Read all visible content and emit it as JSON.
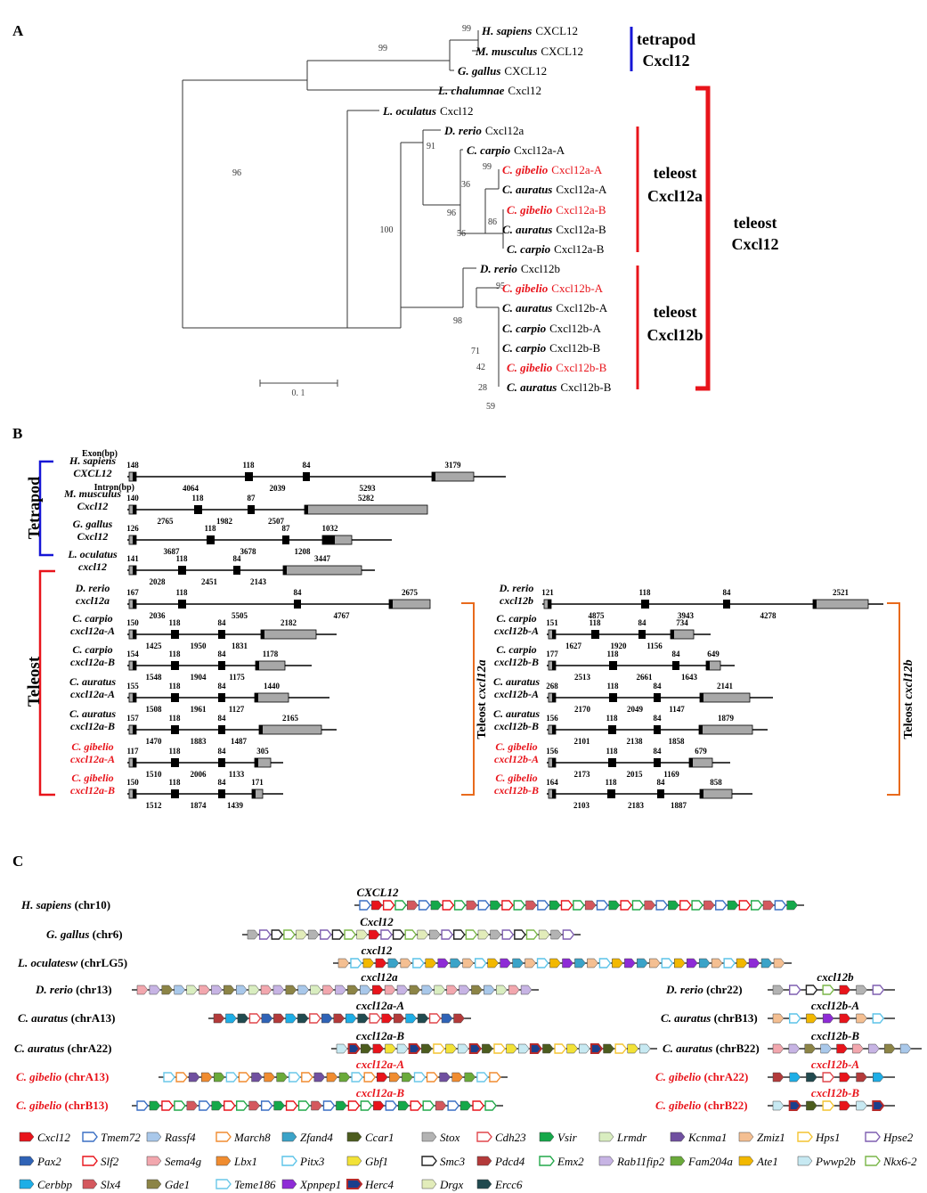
{
  "panels": [
    "A",
    "B",
    "C"
  ],
  "colors": {
    "tetrapod": "#1515d6",
    "teleost": "#e8141b",
    "sub": "#e86a1c",
    "red": "#e8141b",
    "black": "#000000",
    "grey": "#a8a8a8"
  },
  "tree": {
    "scale_label": "0. 1",
    "leaves": [
      {
        "sp": "H. sapiens",
        "gene": "CXCL12",
        "red": false
      },
      {
        "sp": "M. musculus",
        "gene": "CXCL12",
        "red": false
      },
      {
        "sp": "G. gallus",
        "gene": "CXCL12",
        "red": false
      },
      {
        "sp": "L. chalumnae",
        "gene": "Cxcl12",
        "red": false
      },
      {
        "sp": "L. oculatus",
        "gene": "Cxcl12",
        "red": false
      },
      {
        "sp": "D. rerio",
        "gene": "Cxcl12a",
        "red": false
      },
      {
        "sp": "C. carpio",
        "gene": "Cxcl12a-A",
        "red": false
      },
      {
        "sp": "C. gibelio",
        "gene": "Cxcl12a-A",
        "red": true
      },
      {
        "sp": "C. auratus",
        "gene": "Cxcl12a-A",
        "red": false
      },
      {
        "sp": "C. gibelio",
        "gene": "Cxcl12a-B",
        "red": true
      },
      {
        "sp": "C. auratus",
        "gene": "Cxcl12a-B",
        "red": false
      },
      {
        "sp": "C. carpio",
        "gene": "Cxcl12a-B",
        "red": false
      },
      {
        "sp": "D. rerio",
        "gene": "Cxcl12b",
        "red": false
      },
      {
        "sp": "C. gibelio",
        "gene": "Cxcl12b-A",
        "red": true
      },
      {
        "sp": "C. auratus",
        "gene": "Cxcl12b-A",
        "red": false
      },
      {
        "sp": "C. carpio",
        "gene": "Cxcl12b-A",
        "red": false
      },
      {
        "sp": "C. carpio",
        "gene": "Cxcl12b-B",
        "red": false
      },
      {
        "sp": "C. gibelio",
        "gene": "Cxcl12b-B",
        "red": true
      },
      {
        "sp": "C. auratus",
        "gene": "Cxcl12b-B",
        "red": false
      }
    ],
    "bootstrap": [
      "99",
      "99",
      "96",
      "91",
      "99",
      "36",
      "96",
      "86",
      "56",
      "100",
      "95",
      "98",
      "71",
      "42",
      "28",
      "59"
    ],
    "groups": {
      "tetrapod": [
        "tetrapod",
        "Cxcl12"
      ],
      "teleost_a": [
        "teleost",
        "Cxcl12a"
      ],
      "teleost_b": [
        "teleost",
        "Cxcl12b"
      ],
      "teleost": [
        "teleost",
        "Cxcl12"
      ]
    }
  },
  "genes": {
    "exon_label": "Exon(bp)",
    "intron_label": "Intron(bp)",
    "group_tetrapod": "Tetrapod",
    "group_teleost": "Teleost",
    "sub_a": [
      "Teleost ",
      "cxcl12a"
    ],
    "sub_b": [
      "Teleost ",
      "cxcl12b"
    ],
    "rows": [
      {
        "n": [
          "H. sapiens",
          "CXCL12"
        ],
        "red": false,
        "exons": [
          "148",
          "118",
          "84",
          "3179"
        ],
        "introns": [
          "4064",
          "2039",
          "5293"
        ]
      },
      {
        "n": [
          "M. musculus",
          "Cxcl12"
        ],
        "red": false,
        "exons": [
          "140",
          "118",
          "87",
          "5282"
        ],
        "introns": [
          "2765",
          "1982",
          "2507"
        ]
      },
      {
        "n": [
          "G. gallus",
          "Cxcl12"
        ],
        "red": false,
        "exons": [
          "126",
          "118",
          "87",
          "1032"
        ],
        "introns": [
          "3687",
          "3678",
          "1208"
        ]
      },
      {
        "n": [
          "L. oculatus",
          "cxcl12"
        ],
        "red": false,
        "exons": [
          "141",
          "118",
          "84",
          "3447"
        ],
        "introns": [
          "2028",
          "2451",
          "2143"
        ]
      },
      {
        "n": [
          "D. rerio",
          "cxcl12a"
        ],
        "red": false,
        "exons": [
          "167",
          "118",
          "84",
          "2675"
        ],
        "introns": [
          "2036",
          "5505",
          "4767"
        ]
      },
      {
        "n": [
          "C. carpio",
          "cxcl12a-A"
        ],
        "red": false,
        "exons": [
          "150",
          "118",
          "84",
          "2182"
        ],
        "introns": [
          "1425",
          "1950",
          "1831"
        ]
      },
      {
        "n": [
          "C. carpio",
          "cxcl12a-B"
        ],
        "red": false,
        "exons": [
          "154",
          "118",
          "84",
          "1178"
        ],
        "introns": [
          "1548",
          "1904",
          "1175"
        ]
      },
      {
        "n": [
          "C. auratus",
          "cxcl12a-A"
        ],
        "red": false,
        "exons": [
          "155",
          "118",
          "84",
          "1440"
        ],
        "introns": [
          "1508",
          "1961",
          "1127"
        ]
      },
      {
        "n": [
          "C. auratus",
          "cxcl12a-B"
        ],
        "red": false,
        "exons": [
          "157",
          "118",
          "84",
          "2165"
        ],
        "introns": [
          "1470",
          "1883",
          "1487"
        ]
      },
      {
        "n": [
          "C. gibelio",
          "cxcl12a-A"
        ],
        "red": true,
        "exons": [
          "117",
          "118",
          "84",
          "305"
        ],
        "introns": [
          "1510",
          "2006",
          "1133"
        ]
      },
      {
        "n": [
          "C. gibelio",
          "cxcl12a-B"
        ],
        "red": true,
        "exons": [
          "150",
          "118",
          "84",
          "171"
        ],
        "introns": [
          "1512",
          "1874",
          "1439"
        ]
      },
      {
        "n": [
          "D. rerio",
          "cxcl12b"
        ],
        "red": false,
        "exons": [
          "121",
          "118",
          "84",
          "2521"
        ],
        "introns": [
          "4875",
          "3943",
          "4278"
        ]
      },
      {
        "n": [
          "C. carpio",
          "cxcl12b-A"
        ],
        "red": false,
        "exons": [
          "151",
          "118",
          "84",
          "734"
        ],
        "introns": [
          "1627",
          "1920",
          "1156"
        ]
      },
      {
        "n": [
          "C. carpio",
          "cxcl12b-B"
        ],
        "red": false,
        "exons": [
          "177",
          "118",
          "84",
          "649"
        ],
        "introns": [
          "2513",
          "2661",
          "1643"
        ]
      },
      {
        "n": [
          "C. auratus",
          "cxcl12b-A"
        ],
        "red": false,
        "exons": [
          "268",
          "118",
          "84",
          "2141"
        ],
        "introns": [
          "2170",
          "2049",
          "1147"
        ]
      },
      {
        "n": [
          "C. auratus",
          "cxcl12b-B"
        ],
        "red": false,
        "exons": [
          "156",
          "118",
          "84",
          "1879"
        ],
        "introns": [
          "2101",
          "2138",
          "1858"
        ]
      },
      {
        "n": [
          "C. gibelio",
          "cxcl12b-A"
        ],
        "red": true,
        "exons": [
          "156",
          "118",
          "84",
          "679"
        ],
        "introns": [
          "2173",
          "2015",
          "1169"
        ]
      },
      {
        "n": [
          "C. gibelio",
          "cxcl12b-B"
        ],
        "red": true,
        "exons": [
          "164",
          "118",
          "84",
          "858"
        ],
        "introns": [
          "2103",
          "2183",
          "1887"
        ]
      }
    ]
  },
  "synteny": {
    "rows": [
      {
        "sp": "H. sapiens",
        "chr": " (chr10)",
        "red": false,
        "gene": "CXCL12",
        "upright": true
      },
      {
        "sp": "G. gallus",
        "chr": " (chr6)",
        "red": false,
        "gene": "Cxcl12",
        "upright": false
      },
      {
        "sp": "L. oculatesw",
        "chr": " (chrLG5)",
        "red": false,
        "gene": "cxcl12",
        "upright": false
      },
      {
        "sp": "D. rerio",
        "chr": " (chr13)",
        "red": false,
        "gene": "cxcl12a",
        "upright": false
      },
      {
        "sp": "C. auratus",
        "chr": " (chrA13)",
        "red": false,
        "gene": "cxcl12a-A",
        "upright": false
      },
      {
        "sp": "C. auratus",
        "chr": " (chrA22)",
        "red": false,
        "gene": "cxcl12a-B",
        "upright": false
      },
      {
        "sp": "C. gibelio",
        "chr": " (chrA13)",
        "red": true,
        "gene": "cxcl12a-A",
        "upright": false
      },
      {
        "sp": "C. gibelio",
        "chr": " (chrB13)",
        "red": true,
        "gene": "cxcl12a-B",
        "upright": false
      },
      {
        "sp": "D. rerio",
        "chr": " (chr22)",
        "red": false,
        "gene": "cxcl12b",
        "upright": false
      },
      {
        "sp": "C. auratus",
        "chr": " (chrB13)",
        "red": false,
        "gene": "cxcl12b-A",
        "upright": false
      },
      {
        "sp": "C. auratus",
        "chr": " (chrB22)",
        "red": false,
        "gene": "cxcl12b-B",
        "upright": false
      },
      {
        "sp": "C. gibelio",
        "chr": " (chrA22)",
        "red": true,
        "gene": "cxcl12b-A",
        "upright": false
      },
      {
        "sp": "C. gibelio",
        "chr": " (chrB22)",
        "red": true,
        "gene": "cxcl12b-B",
        "upright": false
      }
    ],
    "legend": [
      {
        "name": "Cxcl12",
        "color": "#e8141b",
        "style": "fill"
      },
      {
        "name": "Tmem72",
        "color": "#3a6fc4",
        "style": "outline"
      },
      {
        "name": "Rassf4",
        "color": "#a9c8ea",
        "style": "fill"
      },
      {
        "name": "March8",
        "color": "#f08c30",
        "style": "outline"
      },
      {
        "name": "Zfand4",
        "color": "#3ba3c8",
        "style": "fill"
      },
      {
        "name": "Ccar1",
        "color": "#4c5c1e",
        "style": "fill"
      },
      {
        "name": "Stox",
        "color": "#b3b3b3",
        "style": "fill"
      },
      {
        "name": "Cdh23",
        "color": "#e0474c",
        "style": "outline"
      },
      {
        "name": "Vsir",
        "color": "#15a84a",
        "style": "fill"
      },
      {
        "name": "Lrmdr",
        "color": "#d9edc0",
        "style": "fill"
      },
      {
        "name": "Kcnma1",
        "color": "#7050a0",
        "style": "fill"
      },
      {
        "name": "Zmiz1",
        "color": "#f4bf92",
        "style": "fill"
      },
      {
        "name": "Hps1",
        "color": "#f4c430",
        "style": "outline"
      },
      {
        "name": "Hpse2",
        "color": "#7f5fb0",
        "style": "outline"
      },
      {
        "name": "Pax2",
        "color": "#2f63b6",
        "style": "fill"
      },
      {
        "name": "Slf2",
        "color": "#e8141b",
        "style": "outline"
      },
      {
        "name": "Sema4g",
        "color": "#f2a7ae",
        "style": "fill"
      },
      {
        "name": "Lbx1",
        "color": "#f08c30",
        "style": "fill"
      },
      {
        "name": "Pitx3",
        "color": "#5cc3e8",
        "style": "outline"
      },
      {
        "name": "Gbf1",
        "color": "#f2e237",
        "style": "fill"
      },
      {
        "name": "Smc3",
        "color": "#222222",
        "style": "outline"
      },
      {
        "name": "Pdcd4",
        "color": "#b33a3a",
        "style": "fill"
      },
      {
        "name": "Emx2",
        "color": "#22a84a",
        "style": "outline"
      },
      {
        "name": "Rab11fip2",
        "color": "#c7b4e4",
        "style": "fill"
      },
      {
        "name": "Fam204a",
        "color": "#6aaa3a",
        "style": "fill"
      },
      {
        "name": "Ate1",
        "color": "#f2b800",
        "style": "fill"
      },
      {
        "name": "Pwwp2b",
        "color": "#c7e9f2",
        "style": "fill"
      },
      {
        "name": "Nkx6-2",
        "color": "#7ab648",
        "style": "outline"
      },
      {
        "name": "Cerbbp",
        "color": "#1eaee6",
        "style": "fill"
      },
      {
        "name": "Slx4",
        "color": "#d4585e",
        "style": "fill"
      },
      {
        "name": "Gde1",
        "color": "#8c8446",
        "style": "fill"
      },
      {
        "name": "Teme186",
        "color": "#6ac7e8",
        "style": "outline"
      },
      {
        "name": "Xpnpep1",
        "color": "#8e2bd6",
        "style": "fill"
      },
      {
        "name": "Herc4",
        "color": "#b52a2a",
        "style": "herc"
      },
      {
        "name": "Drgx",
        "color": "#e2ecba",
        "style": "fill"
      },
      {
        "name": "Ercc6",
        "color": "#214a4f",
        "style": "fill"
      }
    ]
  }
}
